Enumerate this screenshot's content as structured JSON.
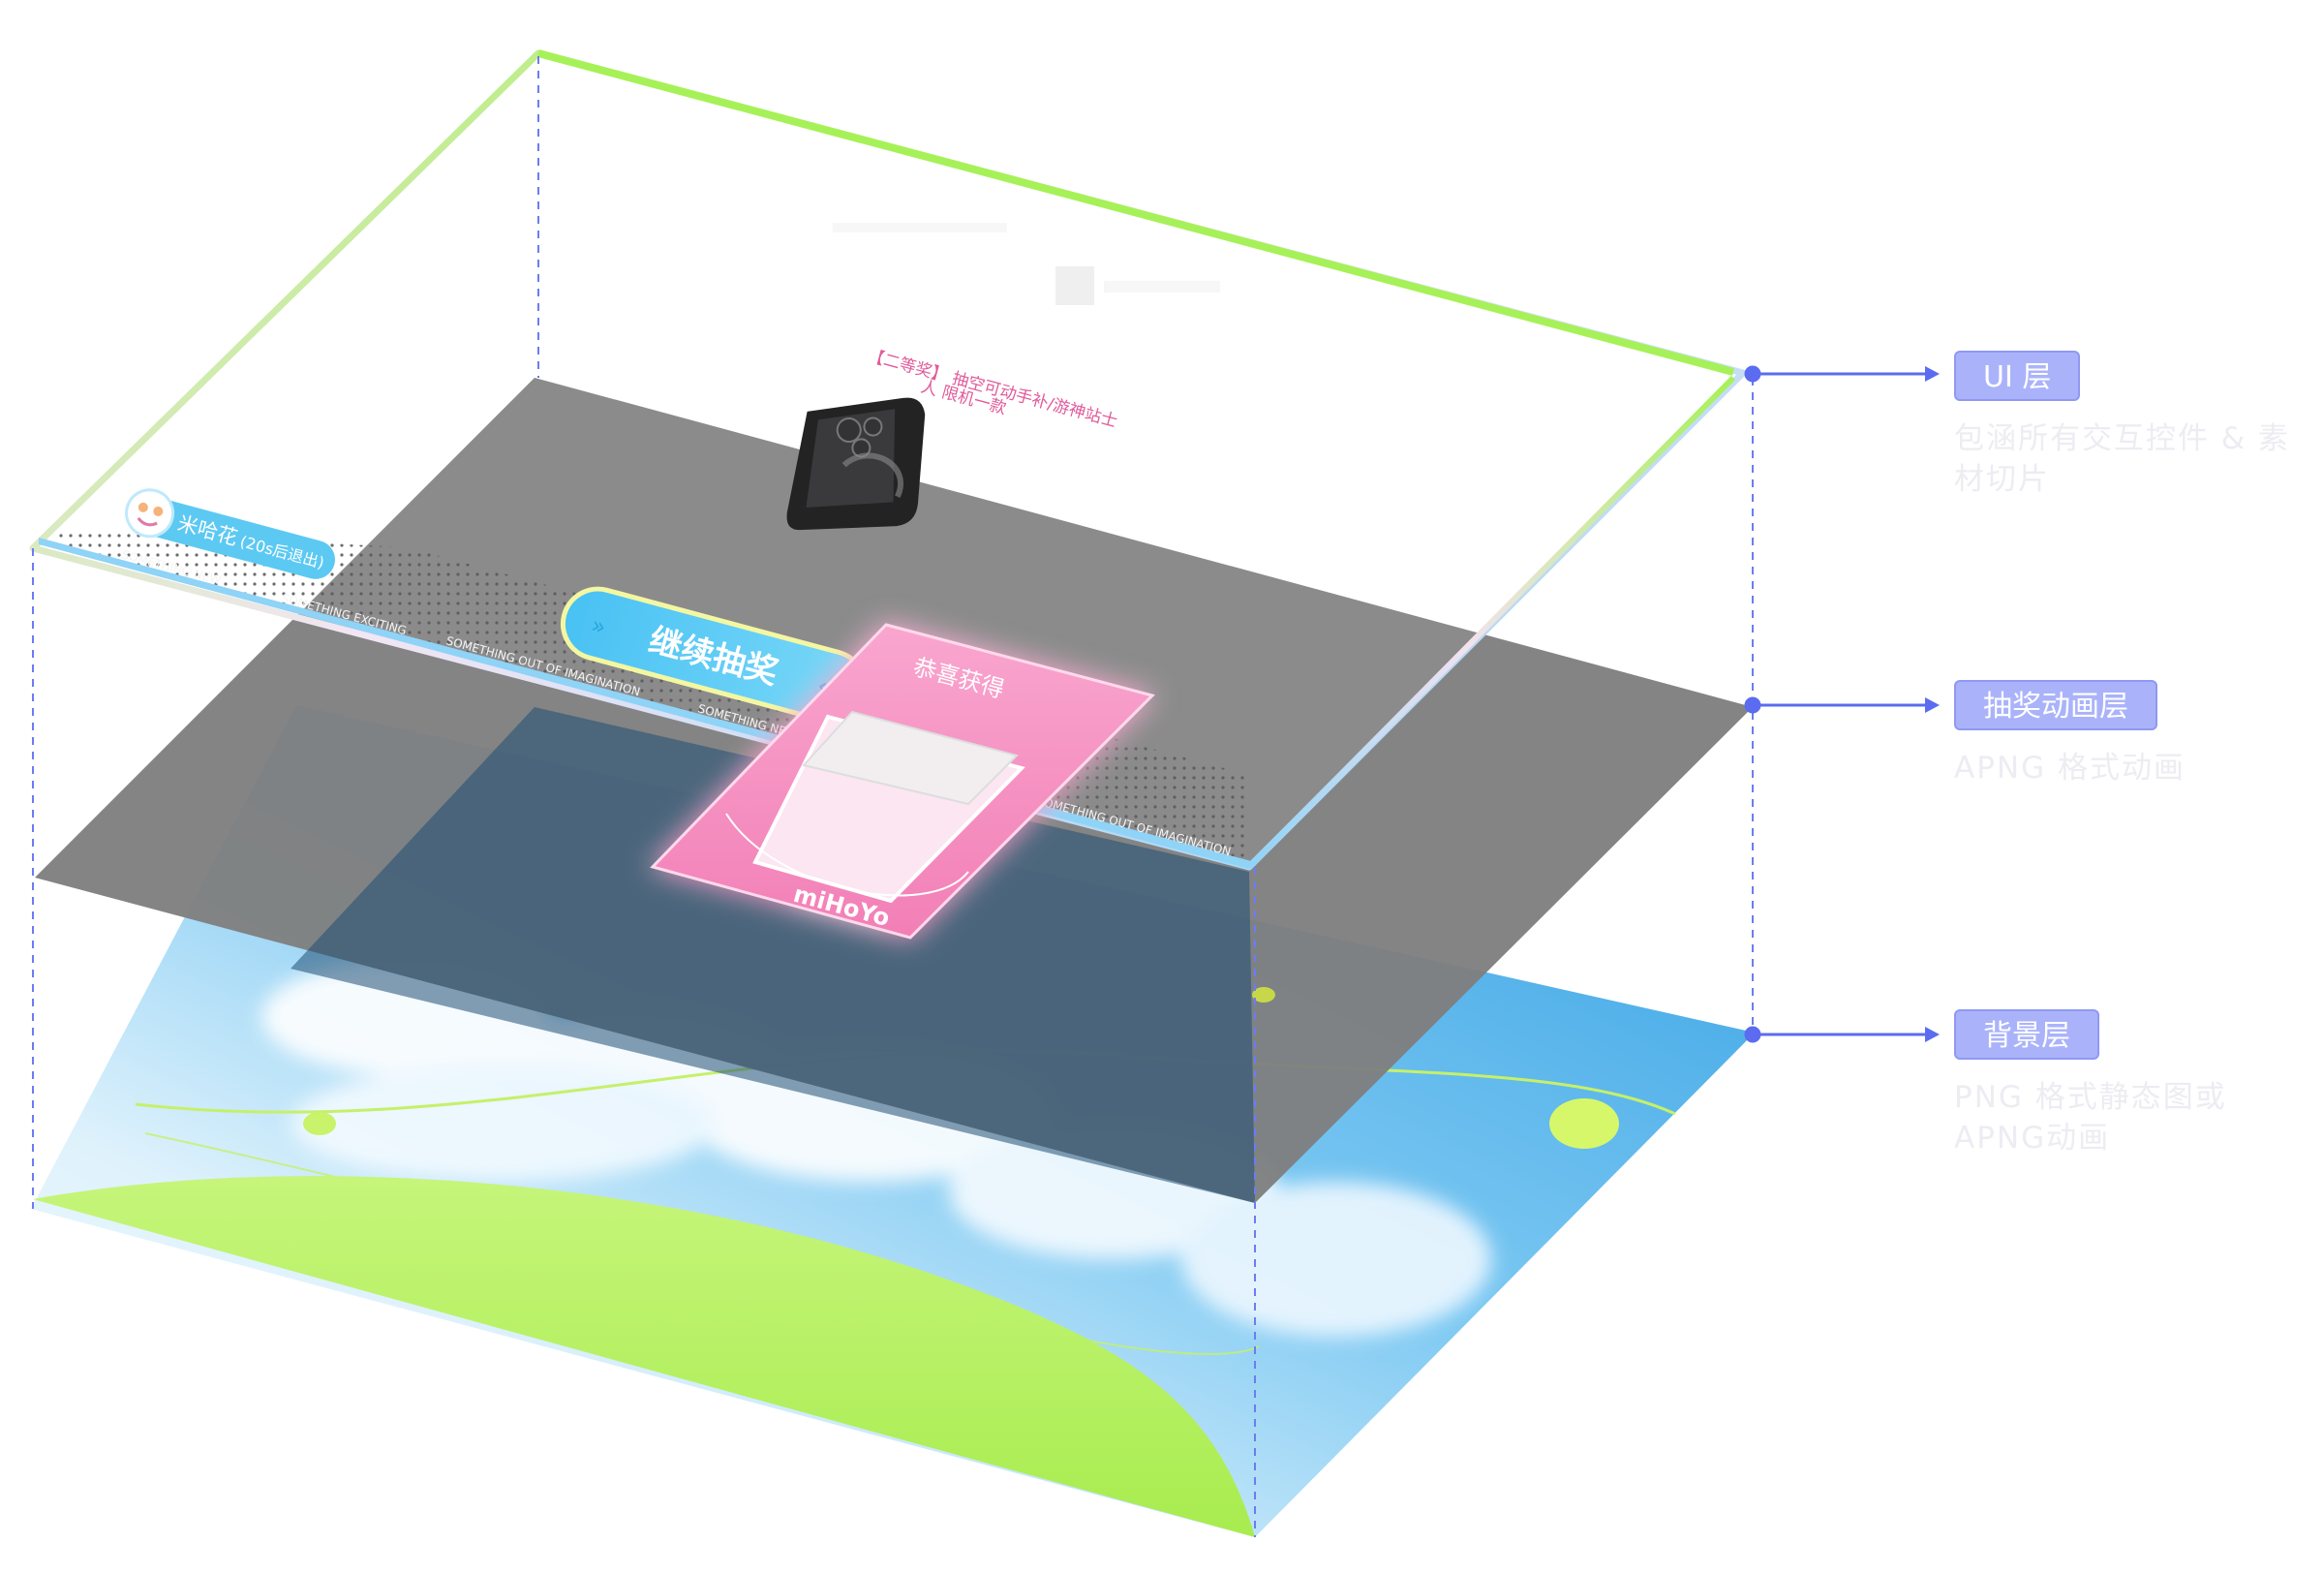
{
  "layers": [
    {
      "label": "UI 层",
      "description": "包涵所有交互控件 & 素材切片"
    },
    {
      "label": "抽奖动画层",
      "description": "APNG 格式动画"
    },
    {
      "label": "背景层",
      "description": "PNG 格式静态图或APNG动画"
    }
  ],
  "ui_screen": {
    "user_name": "米哈花",
    "user_status": "(20s后退出)",
    "button_label": "继续抽奖",
    "prize_text_line1": "【二等奖】  抽空可动手补/游神站士",
    "prize_text_line2": "人  限机一款",
    "marquee_items": [
      "SOMETHING NEW",
      "SOMETHING EXCITING",
      "SOMETHING OUT OF IMAGINATION"
    ]
  },
  "animation_card": {
    "title": "恭喜获得",
    "brand": "miHoYo"
  },
  "colors": {
    "ui_frame_green": "#a6f158",
    "ui_frame_blue": "#8fd3f7",
    "connector_blue": "#5b6cf0",
    "anim_layer_gray": "#7f7f7f",
    "card_pink": "#f58bbd",
    "button_blue": "#5ccaf5",
    "sky_top": "#36a4e4",
    "hill_green": "#b8f26a",
    "label_fill": "#aab3fa"
  }
}
